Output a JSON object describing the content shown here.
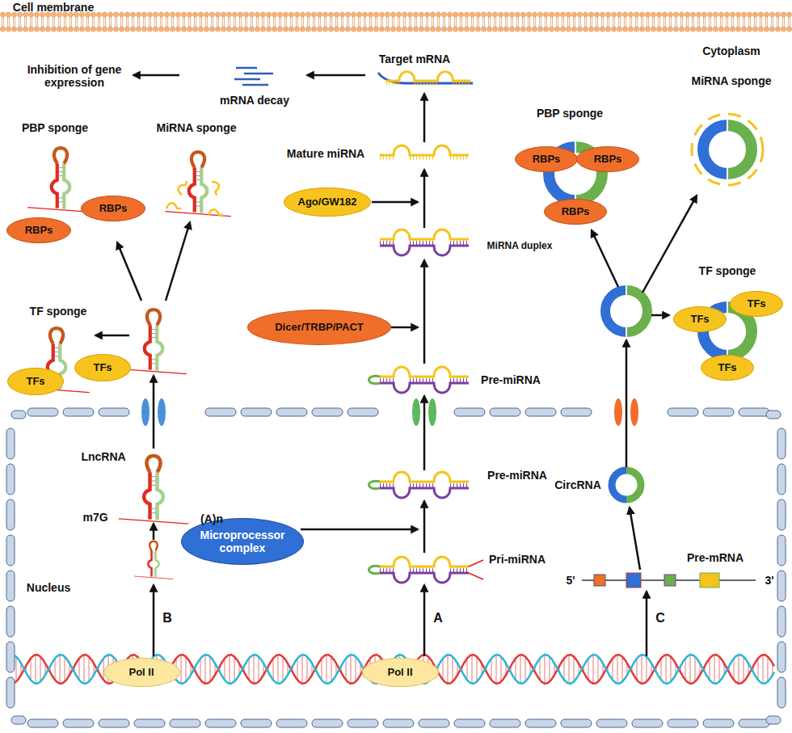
{
  "diagram": {
    "nodes": [
      {
        "text": [
          "RBPs"
        ]
      },
      {
        "text": [
          "RBPs"
        ]
      },
      {
        "text": [
          "Ago/GW182"
        ]
      },
      {
        "text": [
          "RBPs"
        ]
      },
      {
        "text": [
          "RBPs"
        ]
      },
      {
        "text": [
          "RBPs"
        ]
      },
      {
        "text": [
          "TFs"
        ]
      },
      {
        "text": [
          "TFs"
        ]
      },
      {
        "text": [
          "Dicer/TRBP/PACT"
        ]
      },
      {
        "text": [
          "TFs"
        ]
      },
      {
        "text": [
          "TFs"
        ]
      },
      {
        "text": [
          "TFs"
        ]
      },
      {
        "text": [
          "Microprocessor complex"
        ]
      },
      {
        "text": [
          "Pol II"
        ]
      },
      {
        "text": [
          "Pol II"
        ]
      }
    ],
    "labels": [
      "Cell membrane",
      "Cytoplasm",
      "Inhibition of gene expression",
      "mRNA decay",
      "Target mRNA",
      "Mature miRNA",
      "MiRNA duplex",
      "Pre-miRNA",
      "Pre-miRNA",
      "Pri-miRNA",
      "PBP sponge",
      "MiRNA sponge",
      "TF sponge",
      "PBP sponge",
      "MiRNA sponge",
      "TF sponge",
      "LncRNA",
      "m7G",
      "(A)n",
      "Nucleus",
      "CircRNA",
      "Pre-mRNA",
      "5'",
      "3'",
      "B",
      "A",
      "C"
    ]
  }
}
